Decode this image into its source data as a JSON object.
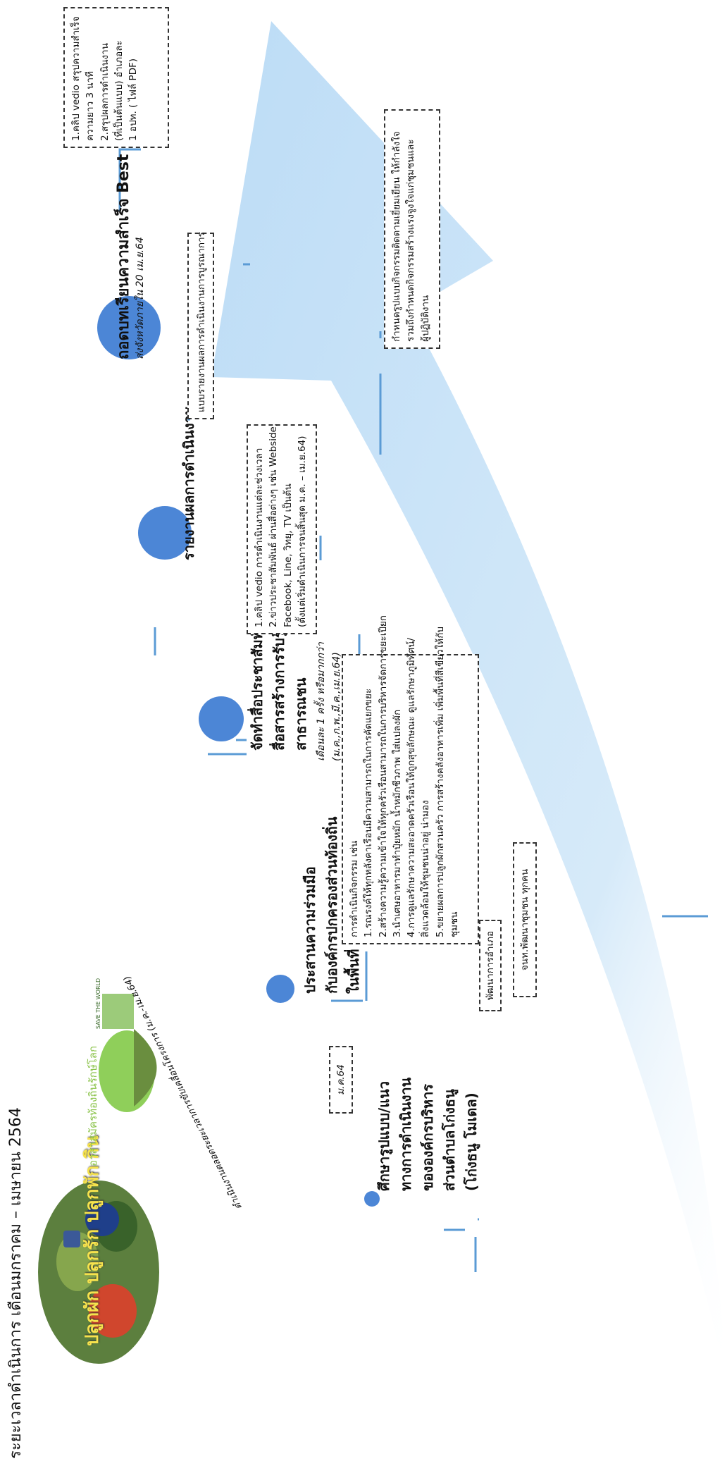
{
  "title": "ระยะเวลาดำเนินการ เดือนมกราคม – เมษายน  2564",
  "logo": {
    "main_text": "ปลูกผัก ปลูกรัก ปลูกพัก กิน",
    "brand": "อาสาสมัครท้องถิ่นรักษ์โลก",
    "badge_text": "SAVE THE WORLD"
  },
  "subtitle_italic": "ดำเนินงานตลอดระยะเวลาการขับเคลื่อนโครงการ (ม.ค.-เม.ย.64)",
  "steps": [
    {
      "label": [
        "ศึกษารูปแบบ/แนว",
        "ทางการดำเนินงาน",
        "ขององค์กรบริหาร",
        "ส่วนตำบลโก่งธนู",
        "(โก่งธนู โมเดล)"
      ],
      "date": "ม.ค.64"
    },
    {
      "label": [
        "ประสานความร่วมมือ",
        "กับองค์กรปกครองส่วนท้องถิ่น",
        "ในพื้นที่"
      ],
      "notes": [
        "พัฒนาการอำเภอ",
        "จนท.พัฒนาชุมชน ทุกคน"
      ]
    },
    {
      "label": [
        "จัดทำสื่อประชาสัมพันธ์",
        "สื่อสารสร้างการรับรู้",
        "สาธารณชน"
      ],
      "note": [
        "เดือนละ 1 ครั้ง หรือมากกว่า",
        "(ม.ค.,ก.พ.,มี.ค.,เม.ย.64)"
      ]
    },
    {
      "label": [
        "รายงานผลการดำเนินงาน"
      ]
    },
    {
      "label": [
        "ถอดบทเรียนความสำเร็จ Best Practice"
      ],
      "sub": "ส่งจังหวัดภายใน 20 เม.ย.64"
    }
  ],
  "boxes": {
    "activities": [
      "การดำเนินกิจกรรม เช่น",
      "1.รณรงค์ให้ทุกหลังคาเรือนมีความสามารถในการคัดแยกขยะ",
      "2.สร้างความรู้ความเข้าใจให้ทุกครัวเรือนสามารถในการบริหารจัดการขยะเปียก",
      "3.นำเศษอาหารมาทำปุ๋ยหมัก น้ำหมักชีวภาพ ใส่แปลงผัก",
      "4.การดูแลรักษาความสะอาดครัวเรือนให้ถูกสุขลักษณะ ดูแลรักษาภูมิทัศน์/",
      "สิ่งแวดล้อมให้ชุมชนน่าอยู่ น่ามอง",
      "5.ขยายผลการปลูกผักสวนครัว การสร้างคลังอาหารเพิ่ม เพิ่มพื้นที่สีเขียวให้กับ",
      "ชุมชน"
    ],
    "media": [
      "1.คลิป vedio การดำเนินงานแต่ละช่วงเวลา",
      "2.ข่าวประชาสัมพันธ์ ผ่านสื่อต่างๆ เช่น Webside,",
      "Facebook, Line, วิทยุ, TV เป็นต้น",
      "(ตั้งแต่เริ่มดำเนินการจนสิ้นสุด ม.ค. – เม.ย.64)"
    ],
    "report_form": [
      "แบบรายงานผลการดำเนินงานการบูรณาการ"
    ],
    "best_practice": [
      "1.คลิป vedio สรุปความสำเร็จ",
      "ความยาว 3 นาที",
      "2.สรุปผลการดำเนินงาน",
      "(ที่เป็นต้นแบบ) อำเภอละ",
      "1 อปท. ( ไฟล์ PDF)"
    ],
    "monitoring": [
      "กำหนดรูปแบบกิจกรรมติดตามเยี่ยมเยียน ให้กำลังใจ",
      "รวมถึงกำหนดกิจกรรมสร้างแรงจูงใจแก่ชุมชนและ",
      "ผู้ปฏิบัติงาน"
    ]
  },
  "colors": {
    "arrow": "#cfe6f9",
    "circle": "#4c86d6",
    "connector": "#5b9bd5"
  }
}
